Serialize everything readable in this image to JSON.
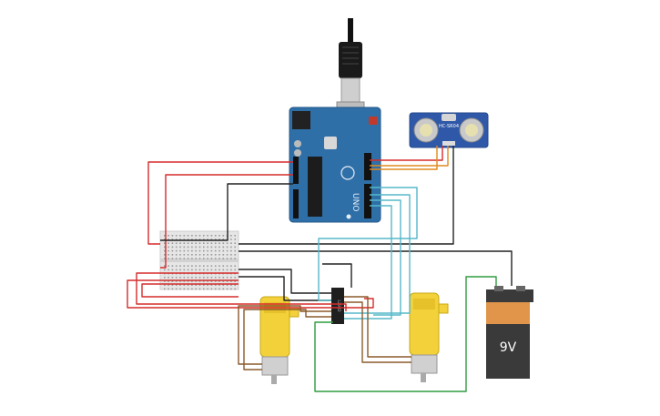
{
  "arduino": {
    "model_label": "UNO",
    "brand_color": "#2f6fa8"
  },
  "sensor": {
    "model_label": "HC-SR04"
  },
  "battery": {
    "voltage_label": "9V",
    "top_color": "#e0954a",
    "body_color": "#3a3a3a"
  },
  "driver_chip": {
    "label": "L293D"
  },
  "wire_colors": {
    "red": "#d62b2b",
    "black": "#222222",
    "blue": "#55b8c8",
    "green": "#2e9b3e",
    "brown": "#8a5a2b",
    "orange": "#e08a1e"
  }
}
